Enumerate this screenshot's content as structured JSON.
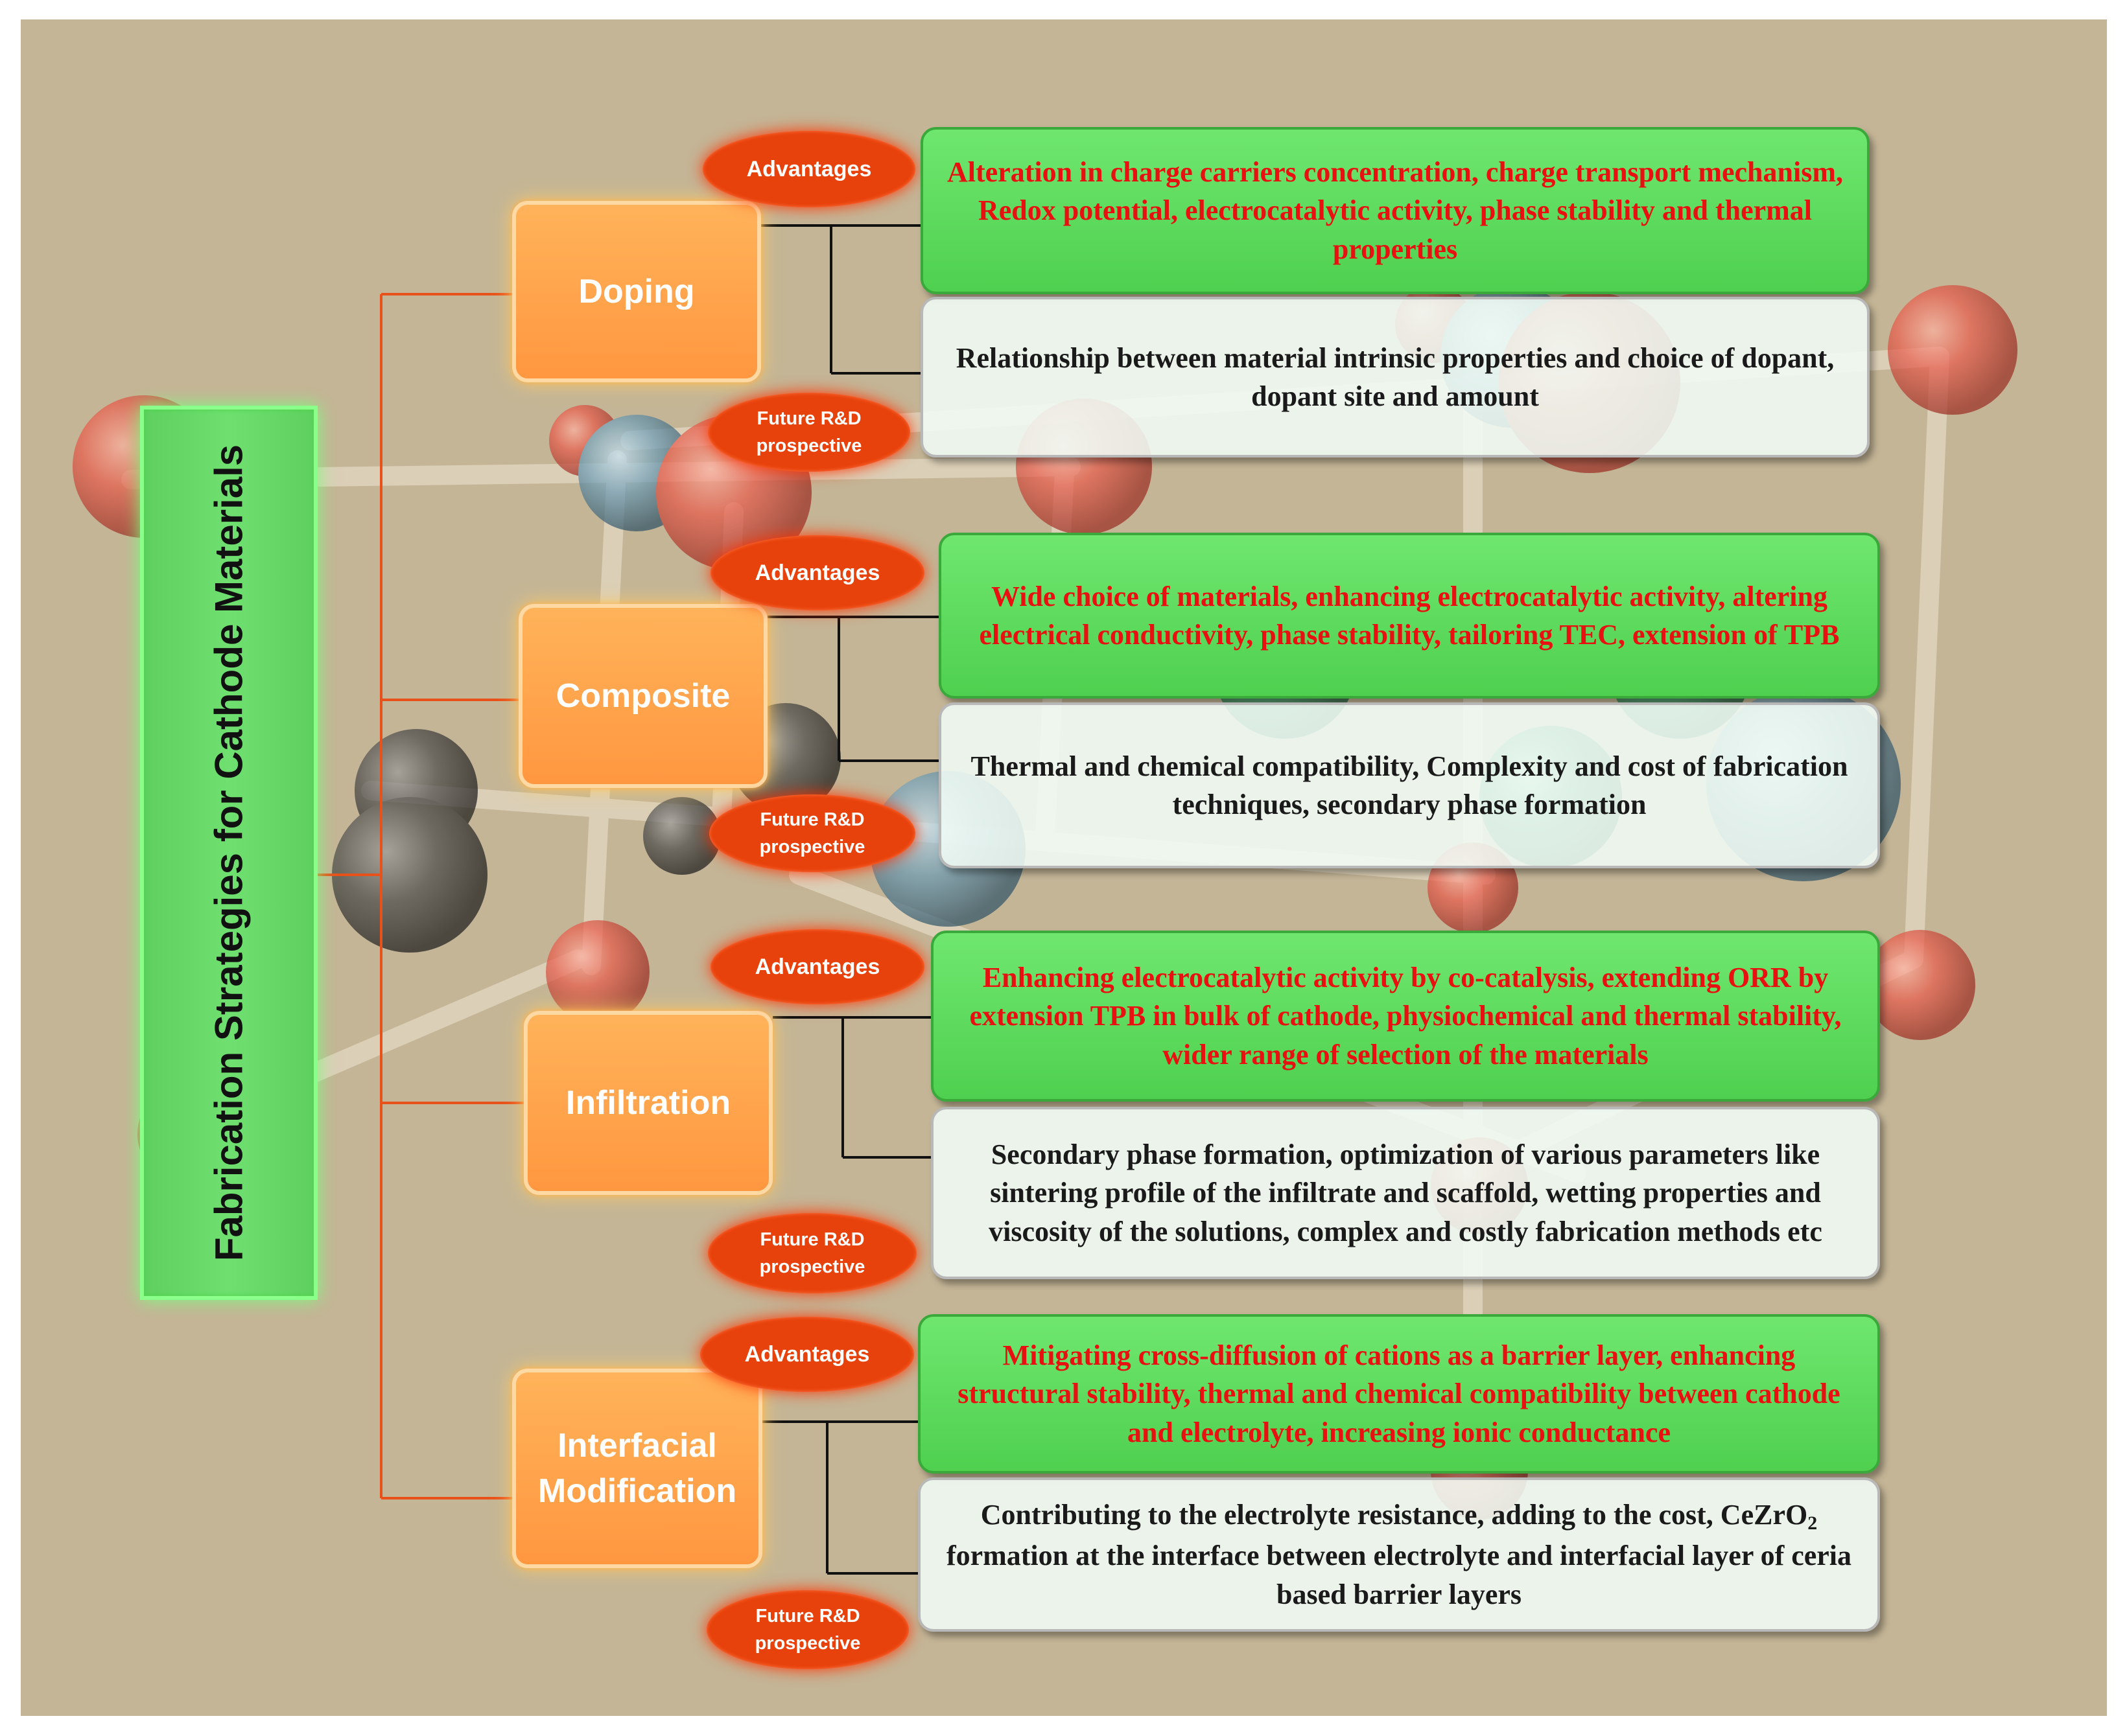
{
  "root": {
    "label": "Fabrication Strategies for Cathode Materials"
  },
  "strategies": [
    {
      "label": "Doping",
      "advantages_label": "Advantages",
      "advantages": "Alteration in charge carriers concentration, charge transport mechanism, Redox potential, electrocatalytic activity, phase stability and thermal properties",
      "future_label": "Future R&D prospective",
      "future": "Relationship between material intrinsic properties and choice of dopant, dopant site and amount"
    },
    {
      "label": "Composite",
      "advantages_label": "Advantages",
      "advantages": "Wide choice of materials, enhancing electrocatalytic activity, altering electrical conductivity, phase stability, tailoring TEC, extension of TPB",
      "future_label": "Future R&D prospective",
      "future": "Thermal and chemical compatibility, Complexity  and cost of fabrication techniques, secondary phase formation"
    },
    {
      "label": "Infiltration",
      "advantages_label": "Advantages",
      "advantages": "Enhancing electrocatalytic activity by co-catalysis, extending ORR by extension TPB in bulk of cathode, physiochemical and thermal stability, wider range of selection of the materials",
      "future_label": "Future R&D prospective",
      "future": "Secondary phase formation, optimization of various parameters like sintering profile of the infiltrate and scaffold, wetting properties and viscosity of the solutions, complex and costly fabrication methods etc"
    },
    {
      "label": "Interfacial Modification",
      "advantages_label": "Advantages",
      "advantages": "Mitigating cross-diffusion of cations as a barrier layer, enhancing structural stability, thermal and chemical compatibility between cathode and electrolyte, increasing ionic conductance",
      "future_label": "Future R&D prospective",
      "future_pre": "Contributing to the electrolyte resistance, adding to the cost, CeZrO",
      "future_sub": "2",
      "future_post": " formation at the interface between electrolyte and interfacial layer of ceria based barrier layers"
    }
  ],
  "colors": {
    "background": "#c4b596",
    "root_fill": "#5fd060",
    "strategy_fill": "#ff9740",
    "oval_fill": "#e8420c",
    "advantage_box": "#4fd04f",
    "advantage_text": "#e81010",
    "future_box": "#f0fcf6",
    "connector_orange": "#e8521a",
    "connector_black": "#111111"
  }
}
